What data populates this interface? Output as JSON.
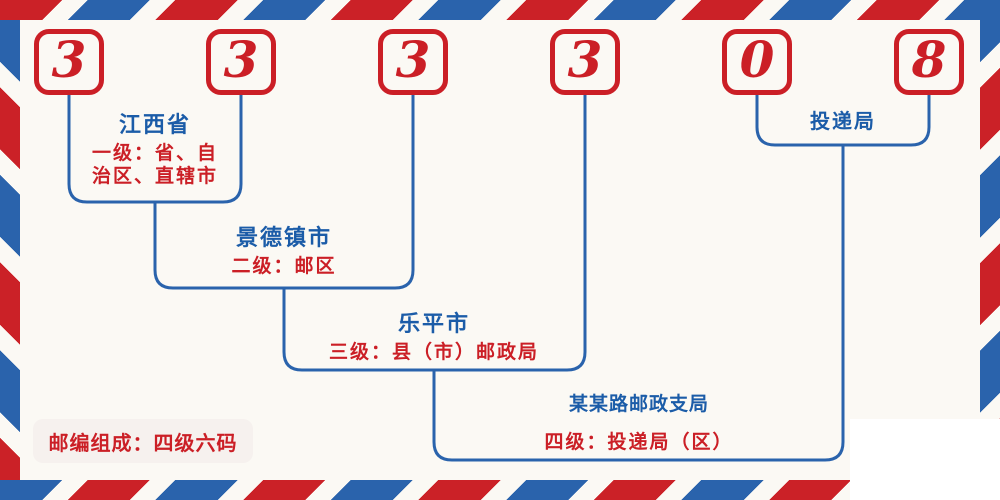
{
  "code": {
    "digits": [
      "3",
      "3",
      "3",
      "3",
      "0",
      "8"
    ]
  },
  "labels": {
    "level1": {
      "place": "江西省",
      "desc_line1": "一级：省、自",
      "desc_line2": "治区、直辖市"
    },
    "level2": {
      "place": "景德镇市",
      "desc": "二级：邮区"
    },
    "level3": {
      "place": "乐平市",
      "desc": "三级：县（市）邮政局"
    },
    "level4": {
      "place": "某某路邮政支局",
      "desc": "四级：投递局（区）"
    },
    "delivery": {
      "label": "投递局"
    }
  },
  "footer": {
    "composition": "邮编组成：四级六码"
  },
  "colors": {
    "stripe_red": "#cb2127",
    "stripe_blue": "#2a63ac",
    "text_blue": "#1b5ca8",
    "text_red": "#cb1f26",
    "background": "#fbf9f4"
  }
}
